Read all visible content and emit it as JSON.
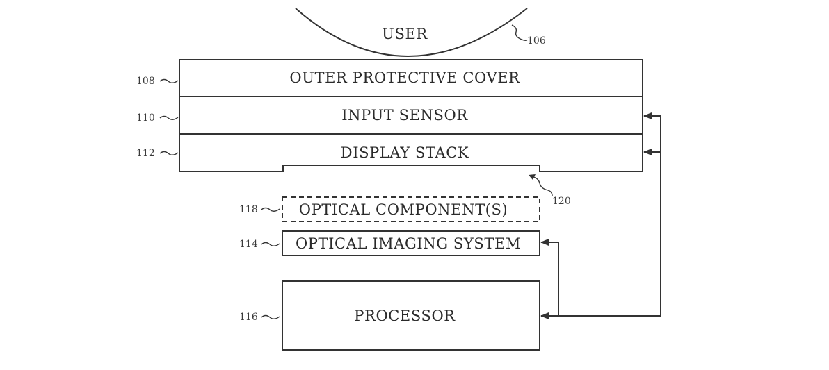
{
  "user": {
    "label": "USER",
    "ref": "106"
  },
  "layers": {
    "outer_cover": {
      "label": "OUTER PROTECTIVE COVER",
      "ref": "108"
    },
    "input_sensor": {
      "label": "INPUT SENSOR",
      "ref": "110"
    },
    "display_stack": {
      "label": "DISPLAY STACK",
      "ref": "112"
    },
    "notch_ref": "120"
  },
  "optical_components": {
    "label": "OPTICAL COMPONENT(S)",
    "ref": "118"
  },
  "optical_imaging_system": {
    "label": "OPTICAL IMAGING SYSTEM",
    "ref": "114"
  },
  "processor": {
    "label": "PROCESSOR",
    "ref": "116"
  },
  "colors": {
    "line": "#333333",
    "text": "#2a2a2a",
    "background": "#ffffff"
  }
}
